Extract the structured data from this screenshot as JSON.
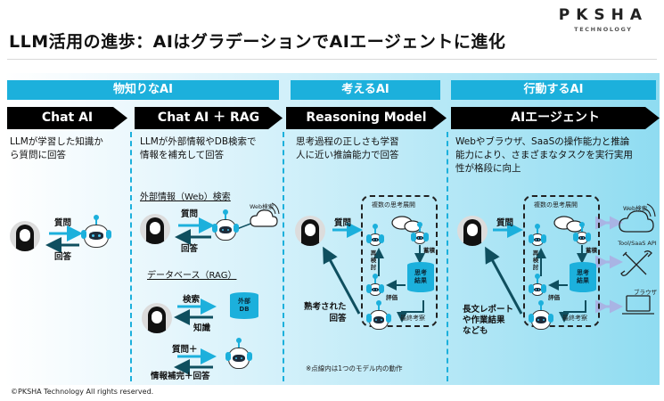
{
  "header": {
    "title": "LLM活用の進歩：AIはグラデーションでAIエージェントに進化",
    "logo_main": "PKSHA",
    "logo_sub": "TECHNOLOGY"
  },
  "bands": [
    {
      "label": "物知りなAI"
    },
    {
      "label": "考えるAI"
    },
    {
      "label": "行動するAI"
    }
  ],
  "stages": [
    {
      "title": "Chat AI",
      "description_lines": [
        "LLMが学習した知識か",
        "ら質問に回答"
      ],
      "labels": {
        "question": "質問",
        "answer": "回答"
      }
    },
    {
      "title": "Chat AI ＋ RAG",
      "description_lines": [
        "LLMが外部情報やDB検索で",
        "情報を補充して回答"
      ],
      "web_section": {
        "heading": "外部情報（Web）検索",
        "question": "質問",
        "answer": "回答",
        "web_label": "Web検索"
      },
      "db_section": {
        "heading": "データベース（RAG）",
        "search": "検索",
        "knowledge": "知識",
        "db_label_1": "外部",
        "db_label_2": "DB",
        "question_plus": "質問＋",
        "info_answer": "情報補完＋回答"
      }
    },
    {
      "title": "Reasoning Model",
      "description_lines": [
        "思考過程の正しさも学習",
        "人に近い推論能力で回答"
      ],
      "question": "質問",
      "answer_lines": [
        "熟考された",
        "回答"
      ],
      "loop": {
        "heading": "複数の思考展開",
        "store": "蓄積",
        "result_1": "思考",
        "result_2": "結果",
        "evaluate": "評価",
        "reconsider": "再検討",
        "final": "最終考察"
      },
      "note": "※点線内は1つのモデル内の動作"
    },
    {
      "title": "AIエージェント",
      "description_lines": [
        "Webやブラウザ、SaaSの操作能力と推論",
        "能力により、さまざまなタスクを実行実用",
        "性が格段に向上"
      ],
      "question": "質問",
      "answer_lines": [
        "長文レポート",
        "や作業結果",
        "なども"
      ],
      "loop": {
        "heading": "複数の思考展開",
        "store": "蓄積",
        "result_1": "思考",
        "result_2": "結果",
        "evaluate": "評価",
        "reconsider": "再検討",
        "final": "最終考察"
      },
      "tools": [
        {
          "label": "Web検索",
          "icon": "cloud-icon"
        },
        {
          "label": "Tool/SaaS API",
          "icon": "tools-icon"
        },
        {
          "label": "ブラウザ",
          "icon": "laptop-icon"
        }
      ]
    }
  ],
  "footer": {
    "copyright": "©PKSHA Technology All rights reserved."
  },
  "colors": {
    "accent": "#1cb0dc",
    "arrow_dark": "#0f4f5f",
    "stage_bg": "#000000"
  }
}
